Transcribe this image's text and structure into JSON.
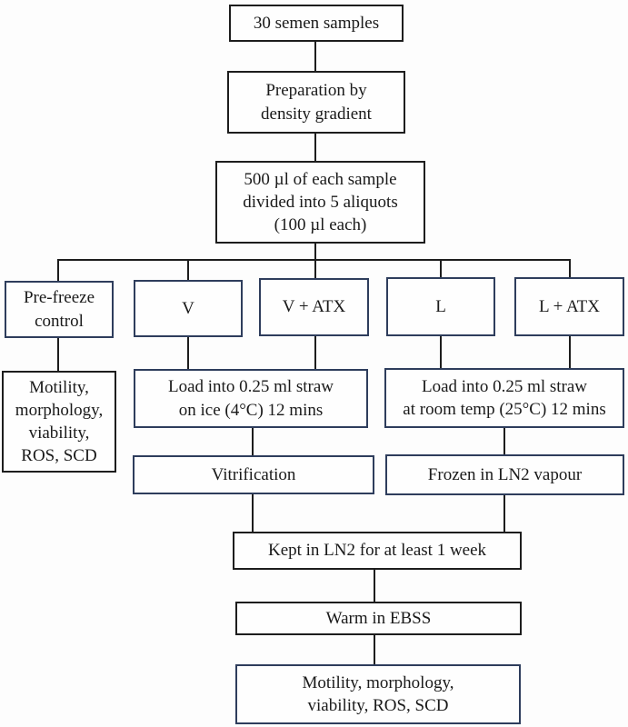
{
  "figure": {
    "type": "flowchart",
    "description": "Study design flowchart: preparation, antioxidant treatment groups, vitrification and liquid-nitrogen freezing of semen samples"
  },
  "colors": {
    "connector_line": "#1d1d1d",
    "border_dark": "#1d1d1d",
    "border_navy": "#2e3d5c",
    "background": "#fdfdfd",
    "text": "#1a1a1a"
  },
  "nodes": {
    "samples": {
      "text": "30 semen samples"
    },
    "prep": {
      "text": "Preparation by\ndensity gradient"
    },
    "aliquot": {
      "text": "500 µl of each sample\ndivided into 5 aliquots\n(100 µl each)"
    },
    "prefreeze": {
      "text": "Pre-freeze\ncontrol"
    },
    "v": {
      "text": "V"
    },
    "vatx": {
      "text": "V + ATX"
    },
    "l": {
      "text": "L"
    },
    "latx": {
      "text": "L + ATX"
    },
    "prefreeze_assays": {
      "text": "Motility,\nmorphology,\nviability,\nROS, SCD"
    },
    "load_ice": {
      "text": "Load into 0.25 ml straw\non ice (4°C) 12 mins"
    },
    "load_room": {
      "text": "Load into 0.25 ml straw\nat room temp (25°C) 12 mins"
    },
    "vitrification": {
      "text": "Vitrification"
    },
    "frozen": {
      "text": "Frozen in LN2 vapour"
    },
    "kept": {
      "text": "Kept in LN2 for at least 1 week"
    },
    "warm": {
      "text": "Warm in EBSS"
    },
    "final_assays": {
      "text": "Motility, morphology,\nviability, ROS, SCD"
    }
  },
  "edges": [
    {
      "from": "samples",
      "to": "prep"
    },
    {
      "from": "prep",
      "to": "aliquot"
    },
    {
      "from": "aliquot",
      "to": "prefreeze"
    },
    {
      "from": "aliquot",
      "to": "v"
    },
    {
      "from": "aliquot",
      "to": "vatx"
    },
    {
      "from": "aliquot",
      "to": "l"
    },
    {
      "from": "aliquot",
      "to": "latx"
    },
    {
      "from": "prefreeze",
      "to": "prefreeze_assays"
    },
    {
      "from": "v",
      "to": "load_ice"
    },
    {
      "from": "vatx",
      "to": "load_ice"
    },
    {
      "from": "l",
      "to": "load_room"
    },
    {
      "from": "latx",
      "to": "load_room"
    },
    {
      "from": "load_ice",
      "to": "vitrification"
    },
    {
      "from": "load_room",
      "to": "frozen"
    },
    {
      "from": "vitrification",
      "to": "kept"
    },
    {
      "from": "frozen",
      "to": "kept"
    },
    {
      "from": "kept",
      "to": "warm"
    },
    {
      "from": "warm",
      "to": "final_assays"
    }
  ]
}
